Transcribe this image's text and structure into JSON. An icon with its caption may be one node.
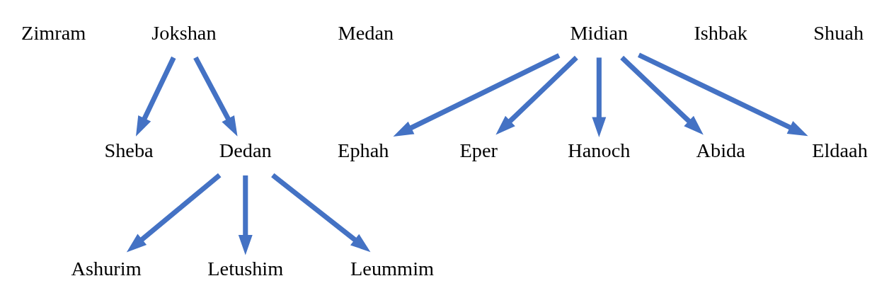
{
  "diagram": {
    "nodes": [
      {
        "text": [
          "Zimram"
        ]
      },
      {
        "text": [
          "Jokshan"
        ]
      },
      {
        "text": [
          "Medan"
        ]
      },
      {
        "text": [
          "Midian"
        ]
      },
      {
        "text": [
          "Ishbak"
        ]
      },
      {
        "text": [
          "Shuah"
        ]
      },
      {
        "text": [
          "Sheba"
        ]
      },
      {
        "text": [
          "Dedan"
        ]
      },
      {
        "text": [
          "Ashurim"
        ]
      },
      {
        "text": [
          "Letushim"
        ]
      },
      {
        "text": [
          "Leummim"
        ]
      },
      {
        "text": [
          "Ephah"
        ]
      },
      {
        "text": [
          "Eper"
        ]
      },
      {
        "text": [
          "Hanoch"
        ]
      },
      {
        "text": [
          "Abida"
        ]
      },
      {
        "text": [
          "Eldaah"
        ]
      }
    ],
    "edges": [
      {
        "from": 1,
        "to": 6,
        "arrow": "to"
      },
      {
        "from": 1,
        "to": 7,
        "arrow": "to"
      },
      {
        "from": 7,
        "to": 8,
        "arrow": "to"
      },
      {
        "from": 7,
        "to": 9,
        "arrow": "to"
      },
      {
        "from": 7,
        "to": 10,
        "arrow": "to"
      },
      {
        "from": 3,
        "to": 11,
        "arrow": "to"
      },
      {
        "from": 3,
        "to": 12,
        "arrow": "to"
      },
      {
        "from": 3,
        "to": 13,
        "arrow": "to"
      },
      {
        "from": 3,
        "to": 14,
        "arrow": "to"
      },
      {
        "from": 3,
        "to": 15,
        "arrow": "to"
      }
    ]
  }
}
